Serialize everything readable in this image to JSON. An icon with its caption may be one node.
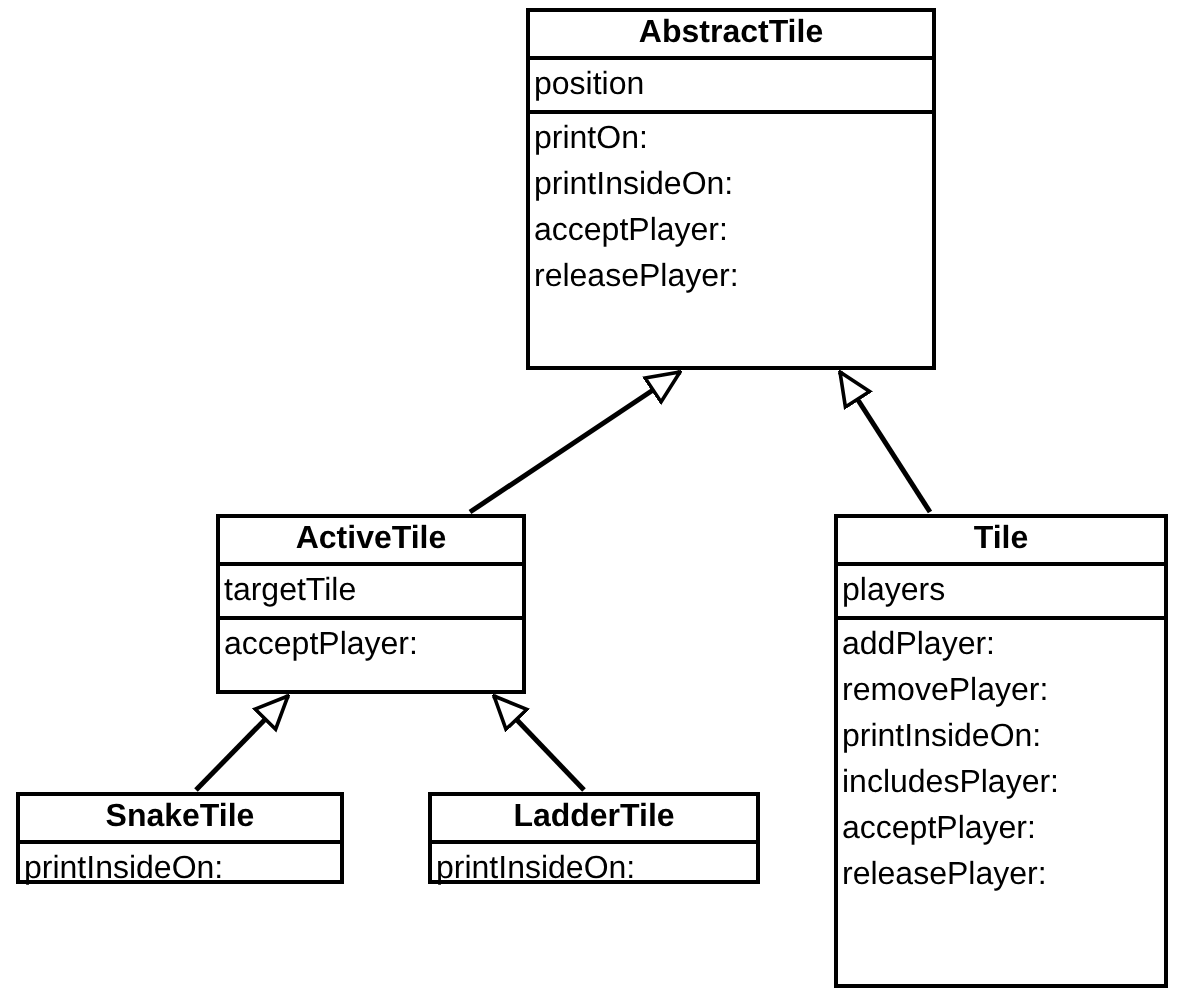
{
  "diagram": {
    "nodes": [
      {
        "text": [
          "AbstractTile",
          "position",
          "printOn: printInsideOn: acceptPlayer: releasePlayer:"
        ]
      },
      {
        "text": [
          "ActiveTile",
          "targetTile",
          "acceptPlayer:"
        ]
      },
      {
        "text": [
          "Tile",
          "players",
          "addPlayer: removePlayer: printInsideOn: includesPlayer: acceptPlayer: releasePlayer:"
        ]
      },
      {
        "text": [
          "SnakeTile",
          "printInsideOn:"
        ]
      },
      {
        "text": [
          "LadderTile",
          "printInsideOn:"
        ]
      }
    ],
    "edges": [
      {
        "from": 1,
        "to": 0,
        "arrow": "to"
      },
      {
        "from": 2,
        "to": 0,
        "arrow": "to"
      },
      {
        "from": 3,
        "to": 1,
        "arrow": "to"
      },
      {
        "from": 4,
        "to": 1,
        "arrow": "to"
      }
    ]
  }
}
